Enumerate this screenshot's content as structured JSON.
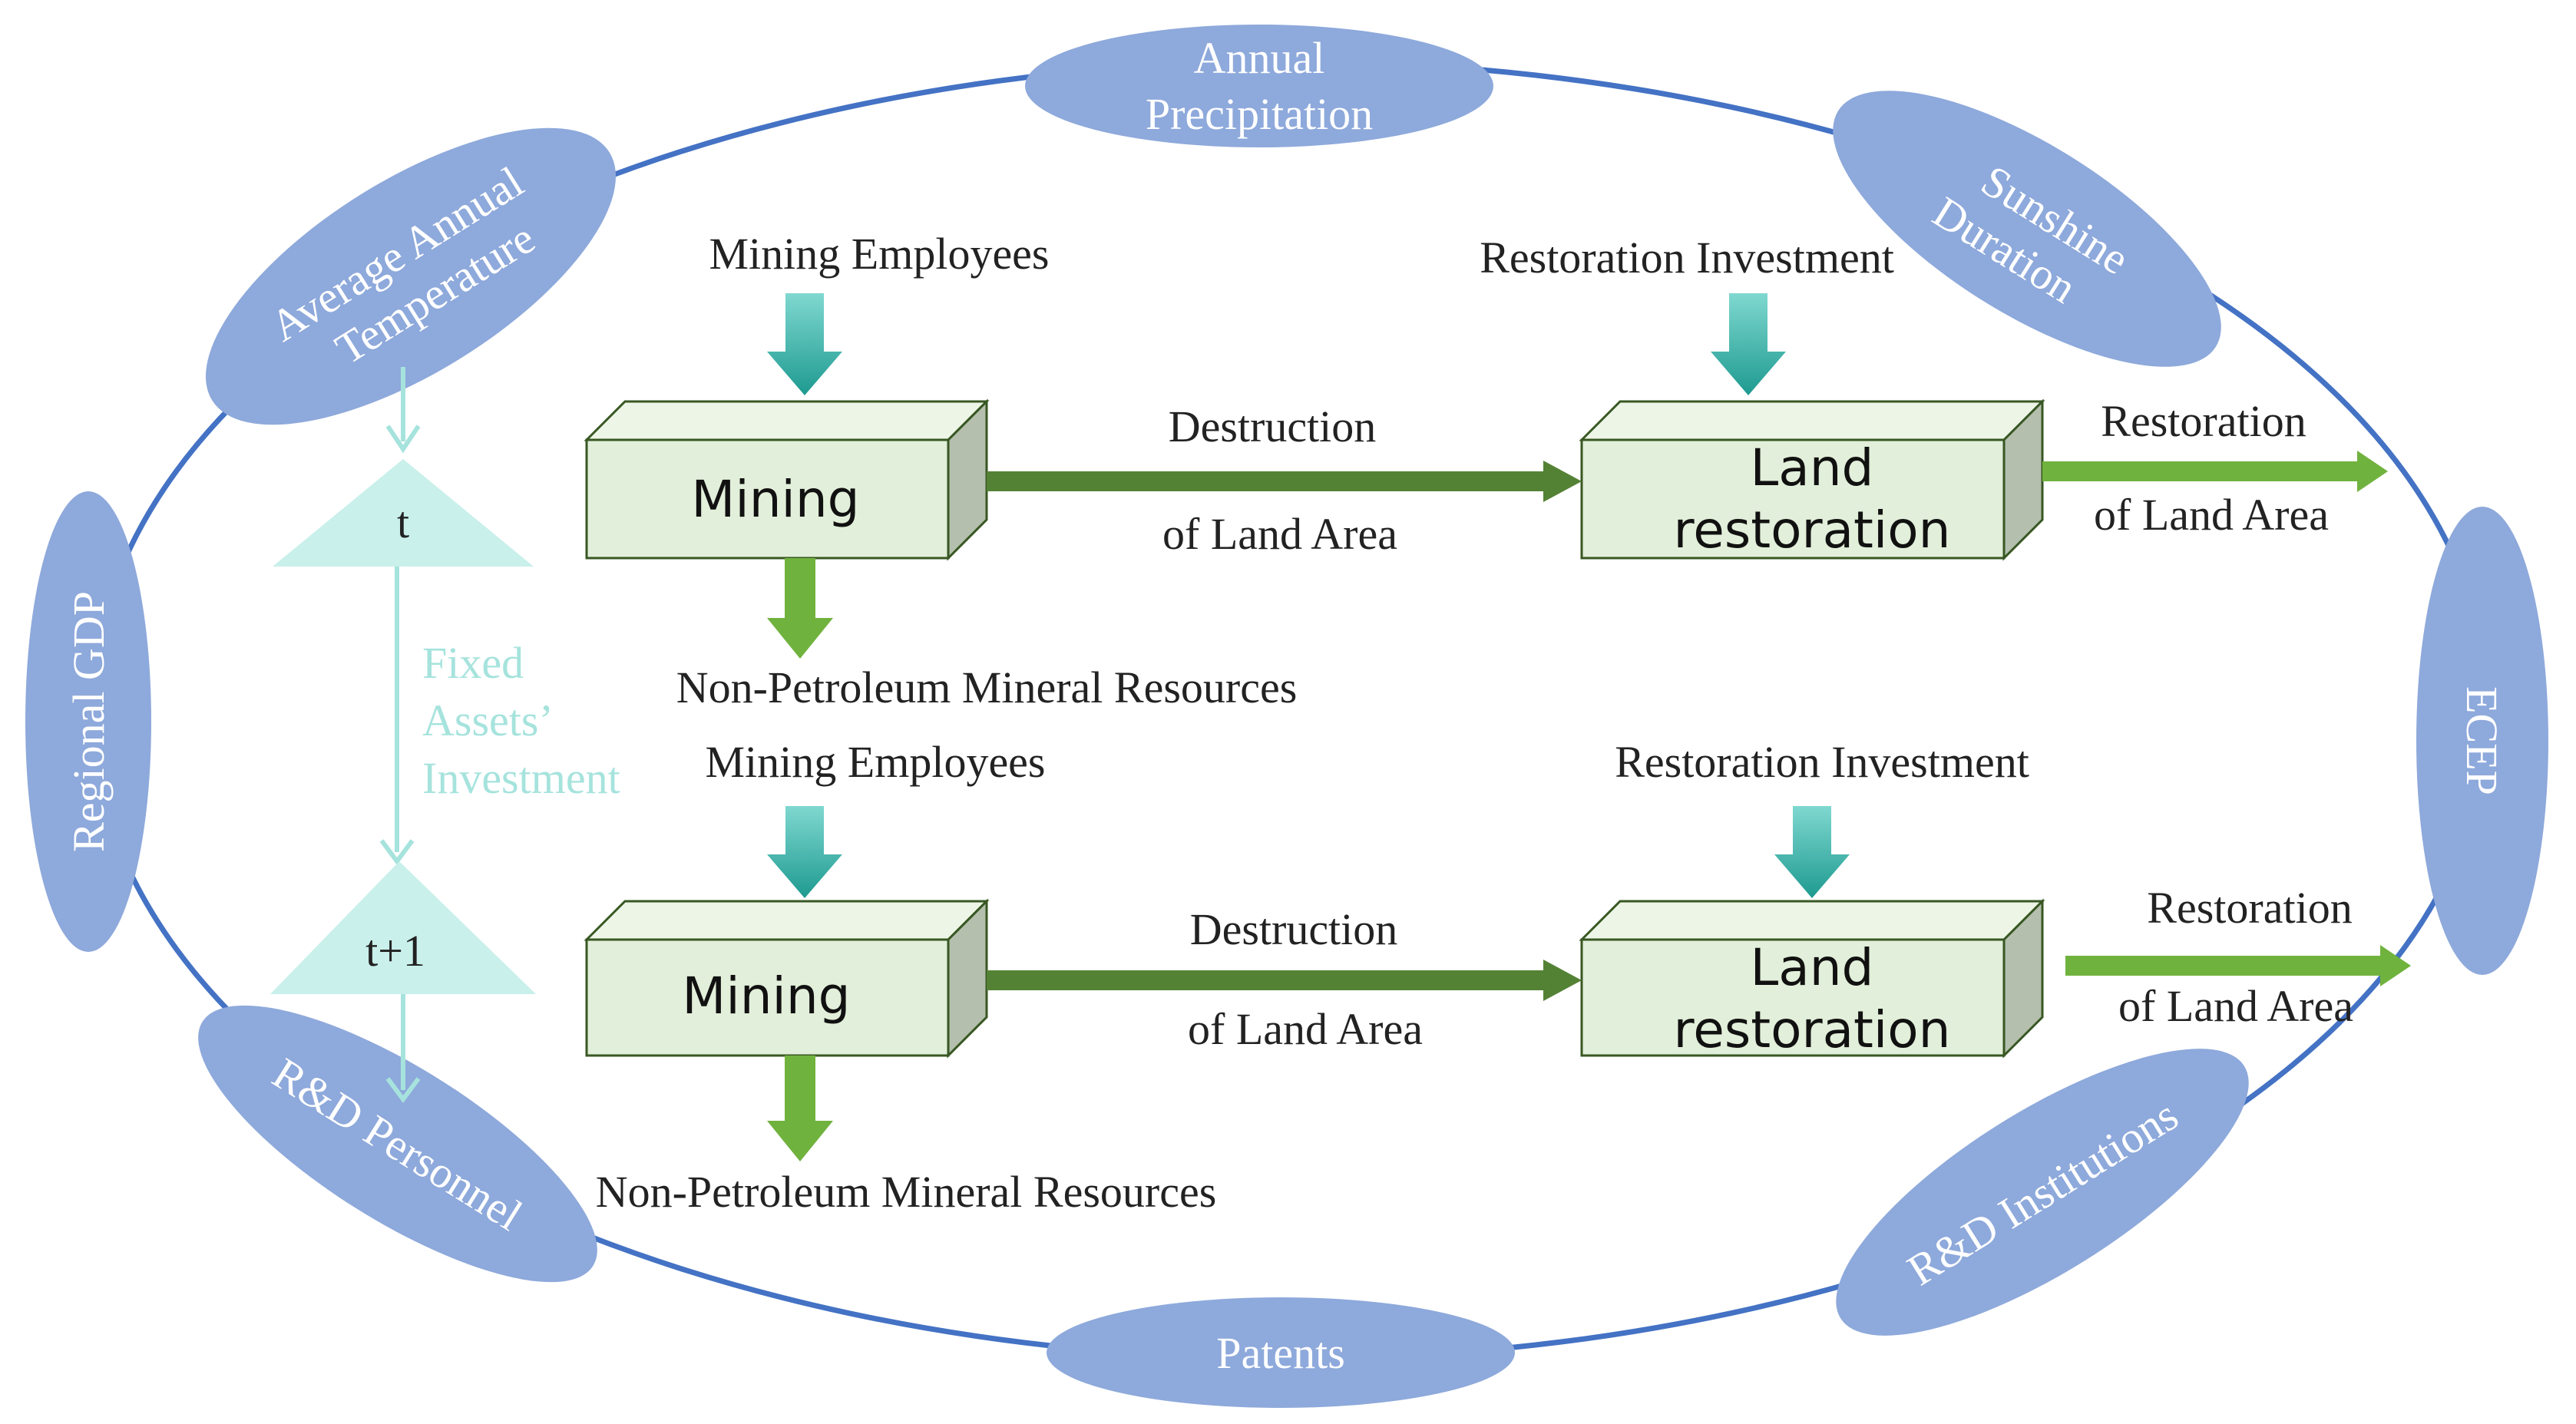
{
  "colors": {
    "ring": "#4472C4",
    "ellipse_fill": "#8EA9DB",
    "ellipse_text": "#ffffff",
    "teal": "#26A69A",
    "teal_light": "#A6E3DD",
    "green_dark": "#548235",
    "green_light": "#70B23E",
    "box_front": "#E2EFDA",
    "box_side": "#B4BFAD",
    "box_top": "#EDF5E7",
    "triangle_fill": "#C9F0EB"
  },
  "factors": {
    "annual_precipitation": [
      "Annual",
      "Precipitation"
    ],
    "sunshine_duration": [
      "Sunshine",
      "Duration"
    ],
    "ecep": "ECEP",
    "rd_institutions": "R&D Institutions",
    "patents": "Patents",
    "rd_personnel": "R&D Personnel",
    "regional_gdp": "Regional GDP",
    "average_annual_temperature": [
      "Average Annual",
      "Temperature"
    ]
  },
  "timeline": {
    "t_label": "t",
    "t1_label": "t+1",
    "fixed_assets": [
      "Fixed",
      "Assets’",
      "Investment"
    ]
  },
  "periods": [
    {
      "mining_employees": "Mining Employees",
      "restoration_investment": "Restoration Investment",
      "mining": "Mining",
      "land_restoration": [
        "Land",
        "restoration"
      ],
      "destruction": [
        "Destruction",
        "of Land Area"
      ],
      "restoration_of_land": [
        "Restoration",
        "of Land Area"
      ],
      "non_petroleum": "Non-Petroleum Mineral Resources"
    },
    {
      "mining_employees": "Mining Employees",
      "restoration_investment": "Restoration Investment",
      "mining": "Mining",
      "land_restoration": [
        "Land",
        "restoration"
      ],
      "destruction": [
        "Destruction",
        "of Land Area"
      ],
      "restoration_of_land": [
        "Restoration",
        "of Land Area"
      ],
      "non_petroleum": "Non-Petroleum Mineral Resources"
    }
  ]
}
